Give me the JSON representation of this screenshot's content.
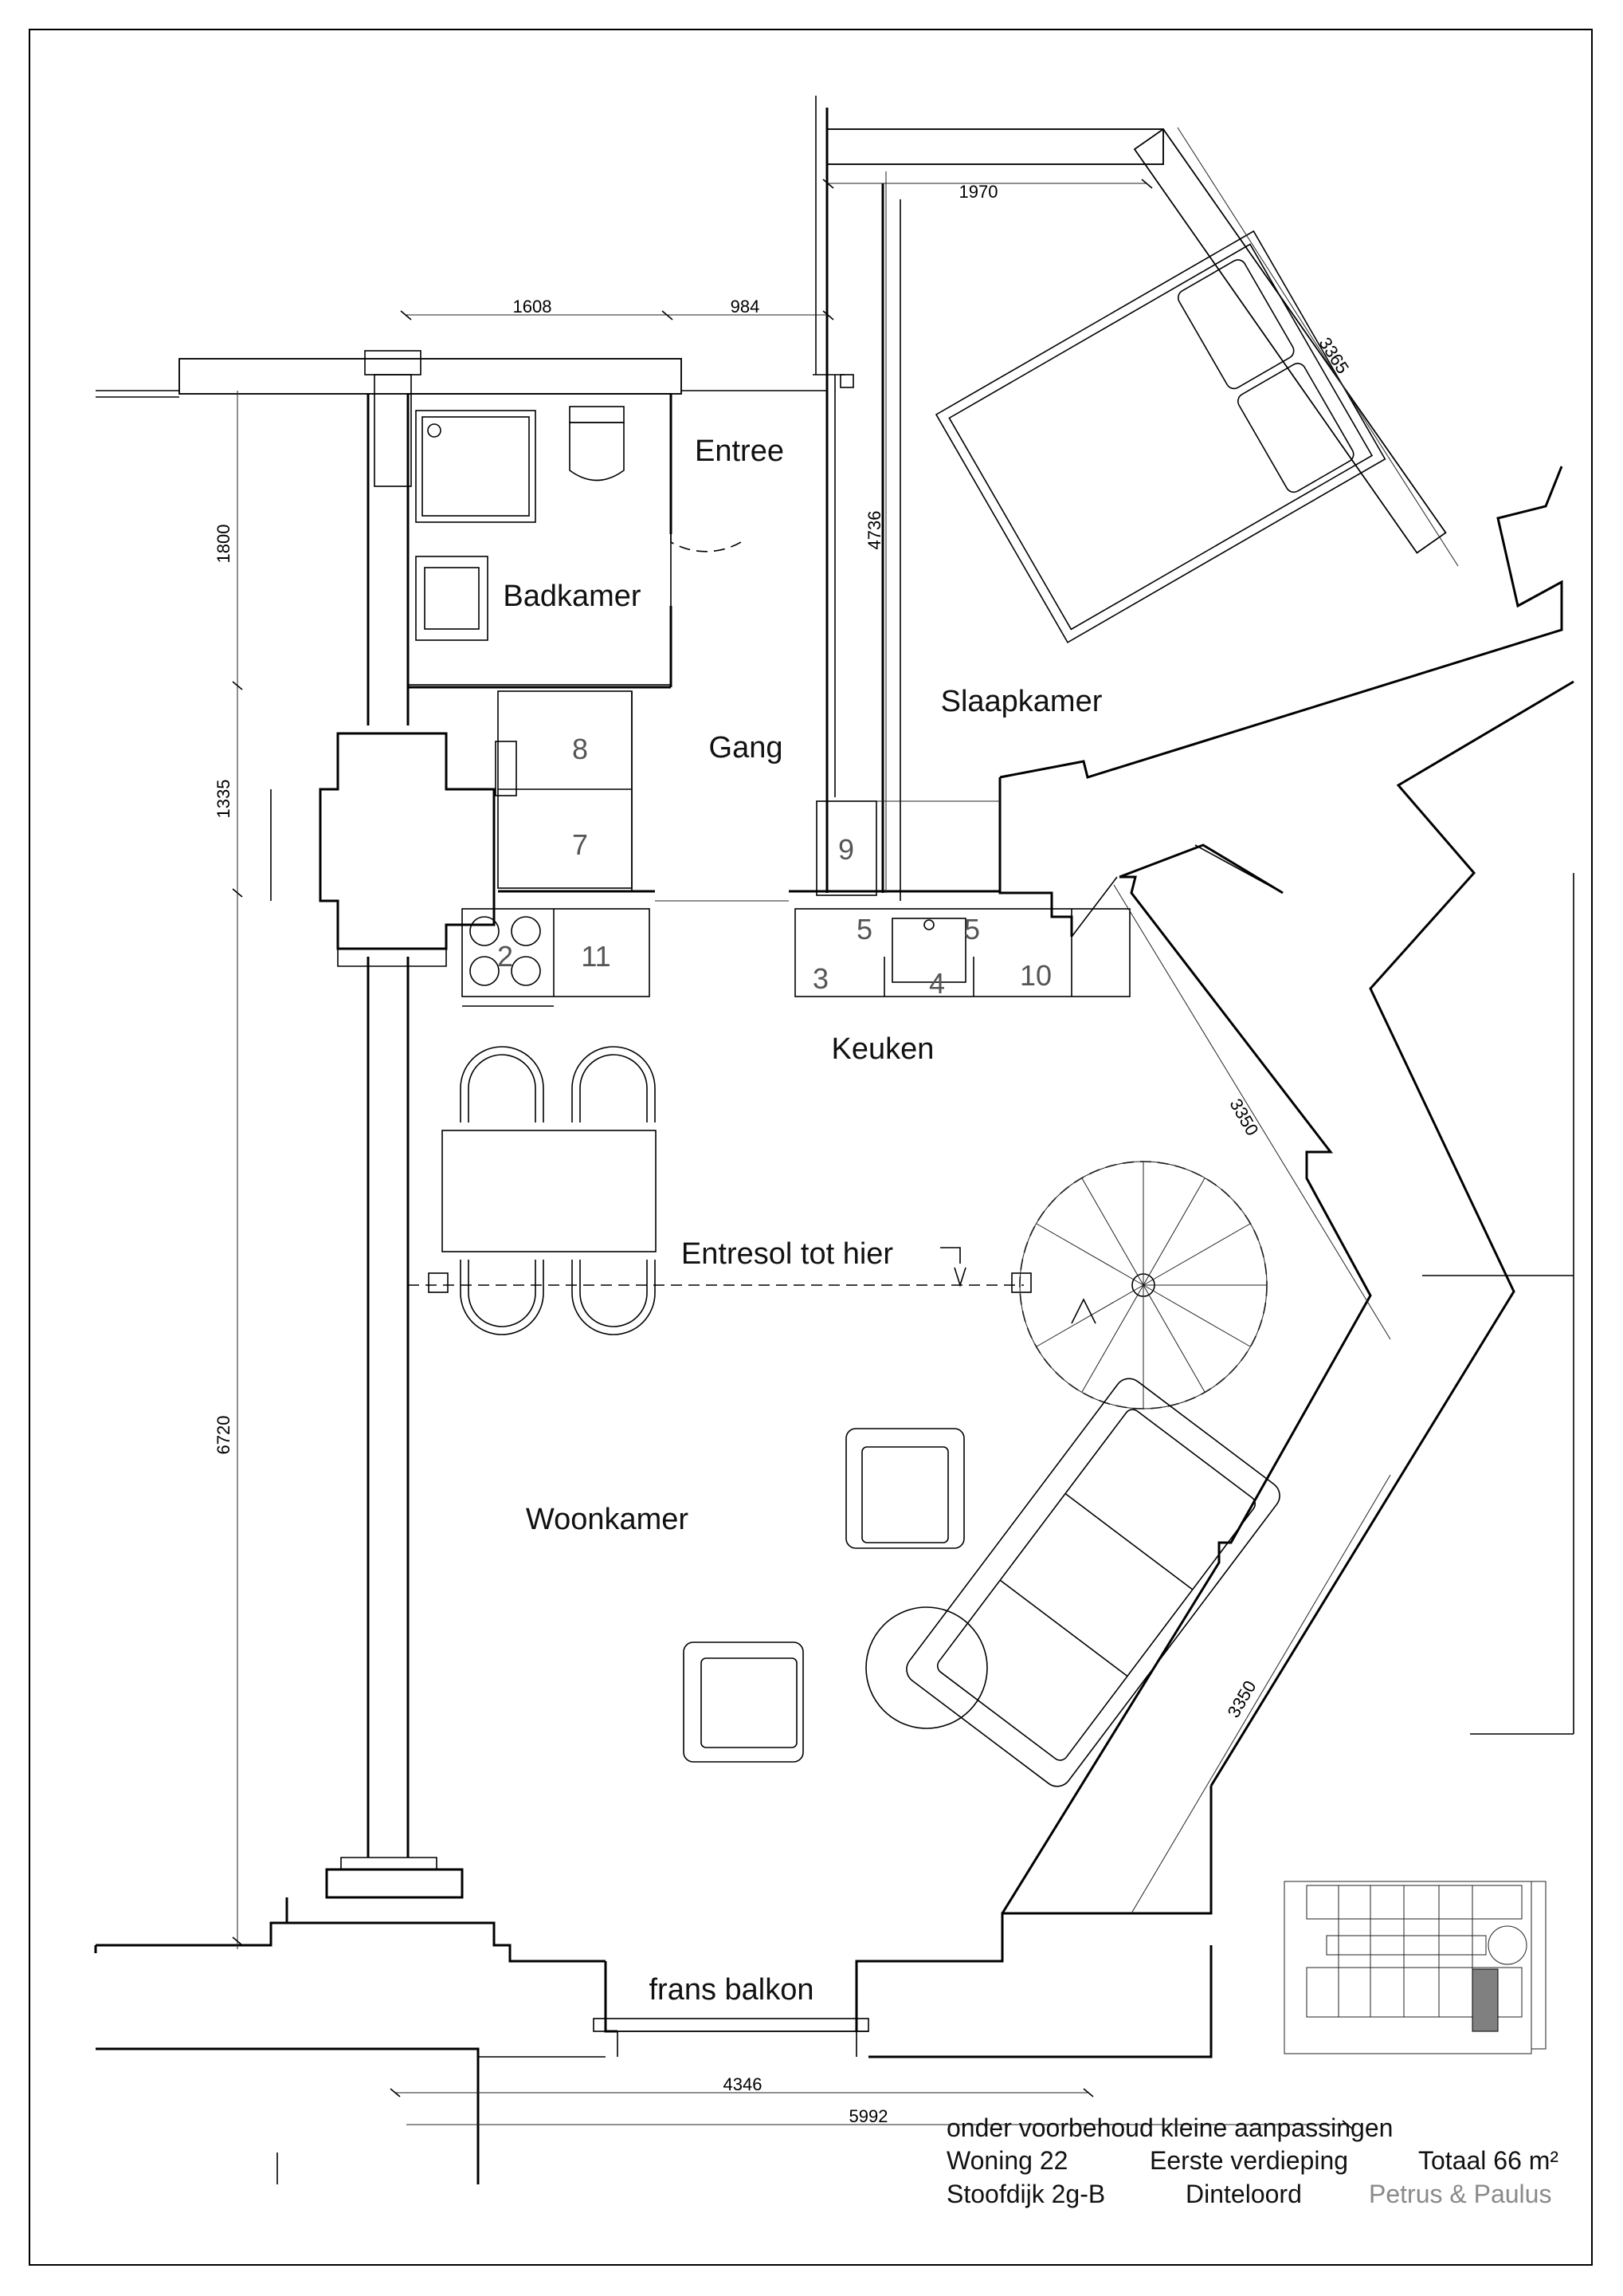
{
  "rooms": {
    "entree": "Entree",
    "badkamer": "Badkamer",
    "gang": "Gang",
    "slaapkamer": "Slaapkamer",
    "keuken": "Keuken",
    "woonkamer": "Woonkamer",
    "entresol": "Entresol tot hier",
    "balkon": "frans balkon"
  },
  "dimensions": {
    "d1970": "1970",
    "d1608": "1608",
    "d984": "984",
    "d3365": "3365",
    "d4736": "4736",
    "d1800": "1800",
    "d1335": "1335",
    "d6720": "6720",
    "d3350a": "3350",
    "d3350b": "3350",
    "d4346": "4346",
    "d5992": "5992"
  },
  "numbers": {
    "n8": "8",
    "n7": "7",
    "n9": "9",
    "n2": "2",
    "n11": "11",
    "n5a": "5",
    "n5b": "5",
    "n3": "3",
    "n4": "4",
    "n10": "10"
  },
  "footer": {
    "note": "onder voorbehoud kleine aanpassingen",
    "woning": "Woning 22",
    "verdieping": "Eerste verdieping",
    "totaal": "Totaal 66 m²",
    "adres": "Stoofdijk 2g-B",
    "plaats": "Dinteloord",
    "brand": "Petrus & Paulus"
  },
  "colors": {
    "line": "#000000",
    "brand": "#8a8a8a",
    "locator_fill": "#808080"
  }
}
